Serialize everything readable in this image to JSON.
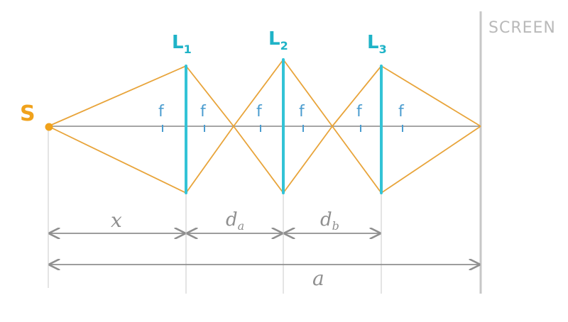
{
  "source_label": "S",
  "screen_label": "SCREEN",
  "lenses": [
    {
      "name": "L",
      "sub": "1"
    },
    {
      "name": "L",
      "sub": "2"
    },
    {
      "name": "L",
      "sub": "3"
    }
  ],
  "focal_label": "f",
  "dims": {
    "x": {
      "main": "x",
      "sub": ""
    },
    "da": {
      "main": "d",
      "sub": "a"
    },
    "db": {
      "main": "d",
      "sub": "b"
    },
    "a": {
      "main": "a",
      "sub": ""
    }
  },
  "colors": {
    "ray": "#e8a43a",
    "lens": "#33c3d6",
    "axis": "#999999",
    "guide": "#cfcfcf",
    "source": "#f0a21c",
    "lens_label": "#1fb3c7",
    "focal": "#4a9ccf",
    "dim": "#8f8f8f",
    "screen": "#c7c7c7",
    "screen_text": "#b9b9b9"
  }
}
